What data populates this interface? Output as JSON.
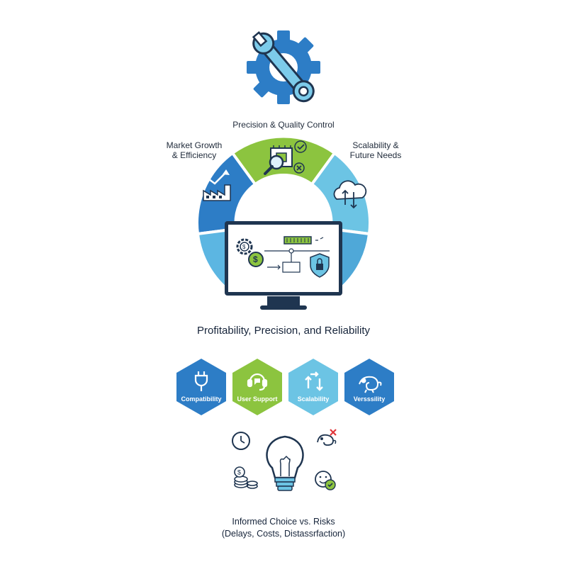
{
  "ring": {
    "segments": [
      {
        "label": "Precision & Quality Control",
        "color": "#8cc43f"
      },
      {
        "label": "Market Growth\n& Efficiency",
        "color": "#2d7dc6"
      },
      {
        "label": "Scalability &\nFuture Needs",
        "color": "#6cc4e4"
      }
    ],
    "colors": {
      "green": "#8cc43f",
      "dark_blue": "#2d7dc6",
      "mid_blue": "#4fa8d8",
      "light_blue": "#6cc4e4"
    }
  },
  "diagram_title": "Profitability, Precision, and Reliability",
  "hexagons": [
    {
      "label": "Compatibility",
      "icon": "plug-icon",
      "color": "#2d7dc6"
    },
    {
      "label": "User Support",
      "icon": "headset-icon",
      "color": "#8cc43f"
    },
    {
      "label": "Scalability",
      "icon": "arrows-icon",
      "color": "#6cc4e4"
    },
    {
      "label": "Versssility",
      "icon": "chameleon-icon",
      "color": "#2d7dc6"
    }
  ],
  "footer": {
    "line1": "Informed Choice vs. Risks",
    "line2": "(Delays, Costs, Distassrfaction)"
  }
}
